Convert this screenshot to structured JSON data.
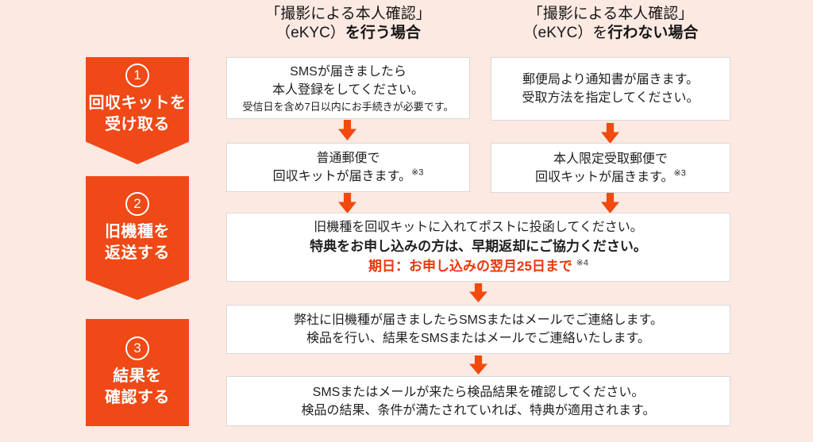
{
  "colors": {
    "bg": "#fce9e2",
    "accent": "#ee4917",
    "arrow": "#f24a0e",
    "red": "#e8380d",
    "text": "#1f1f1f",
    "border": "#d9d9d9"
  },
  "headers": {
    "ekyc_yes": {
      "line1": "「撮影による本人確認」",
      "line2_normal": "（eKYC）",
      "line2_bold": "を行う場合"
    },
    "ekyc_no": {
      "line1": "「撮影による本人確認」",
      "line2_normal": "（eKYC）を",
      "line2_bold": "行わない場合"
    }
  },
  "steps": [
    {
      "number": "1",
      "line1": "回収キットを",
      "line2": "受け取る"
    },
    {
      "number": "2",
      "line1": "旧機種を",
      "line2": "返送する"
    },
    {
      "number": "3",
      "line1": "結果を",
      "line2": "確認する"
    }
  ],
  "boxes": {
    "ekyc_sms": {
      "line1": "SMSが届きましたら",
      "line2": "本人登録をしてください。",
      "note": "受信日を含め7日以内にお手続きが必要です。"
    },
    "ekyc_kit": {
      "line1": "普通郵便で",
      "line2": "回収キットが届きます。",
      "sup": "※3"
    },
    "post_notice": {
      "line1": "郵便局より通知書が届きます。",
      "line2": "受取方法を指定してください。"
    },
    "post_kit": {
      "line1": "本人限定受取郵便で",
      "line2": "回収キットが届きます。",
      "sup": "※3"
    },
    "return_kit": {
      "line1": "旧機種を回収キットに入れてポストに投函してください。",
      "line2": "特典をお申し込みの方は、早期返却にご協力ください。",
      "deadline": "期日：お申し込みの翌月25日まで",
      "deadline_sup": "※4"
    },
    "arrival_contact": {
      "line1": "弊社に旧機種が届きましたらSMSまたはメールでご連絡します。",
      "line2": "検品を行い、結果をSMSまたはメールでご連絡いたします。"
    },
    "check_result": {
      "line1": "SMSまたはメールが来たら検品結果を確認してください。",
      "line2": "検品の結果、条件が満たされていれば、特典が適用されます。"
    }
  }
}
